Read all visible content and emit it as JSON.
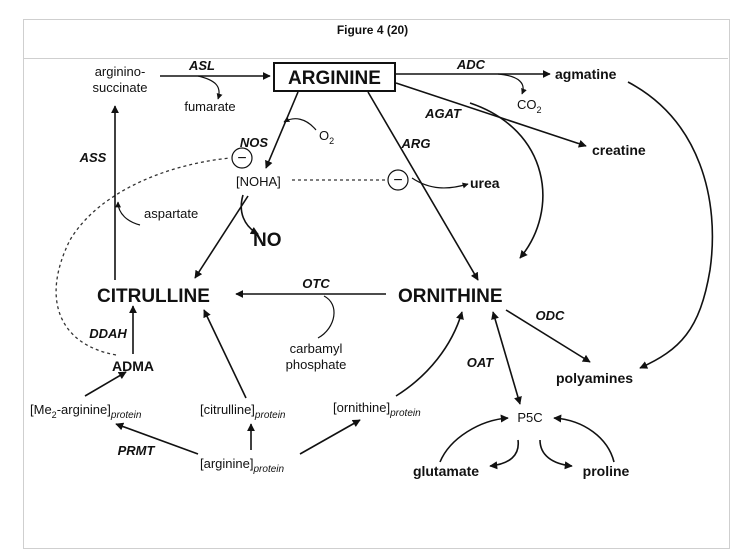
{
  "figure_title": "Figure 4 (20)",
  "metabolites": {
    "arginine": "ARGININE",
    "citrulline": "CITRULLINE",
    "ornithine": "ORNITHINE",
    "argininosuccinate_1": "arginino-",
    "argininosuccinate_2": "succinate",
    "fumarate": "fumarate",
    "agmatine": "agmatine",
    "co2_base": "CO",
    "co2_sub": "2",
    "creatine": "creatine",
    "o2_base": "O",
    "o2_sub": "2",
    "noha": "[NOHA]",
    "urea": "urea",
    "aspartate": "aspartate",
    "no": "NO",
    "carbamyl_1": "carbamyl",
    "carbamyl_2": "phosphate",
    "adma": "ADMA",
    "polyamines": "polyamines",
    "p5c": "P5C",
    "glutamate": "glutamate",
    "proline": "proline",
    "me2_arginine_pre": "[Me",
    "me2_arginine_sub": "2",
    "me2_arginine_post": "-arginine]",
    "protein_sub": "protein",
    "citrulline_protein": "[citrulline]",
    "ornithine_protein": "[ornithine]",
    "arginine_protein": "[arginine]"
  },
  "enzymes": {
    "asl": "ASL",
    "adc": "ADC",
    "agat": "AGAT",
    "nos": "NOS",
    "arg": "ARG",
    "ass": "ASS",
    "otc": "OTC",
    "ddah": "DDAH",
    "odc": "ODC",
    "oat": "OAT",
    "prmt": "PRMT"
  },
  "inhibitor_symbol": "−"
}
